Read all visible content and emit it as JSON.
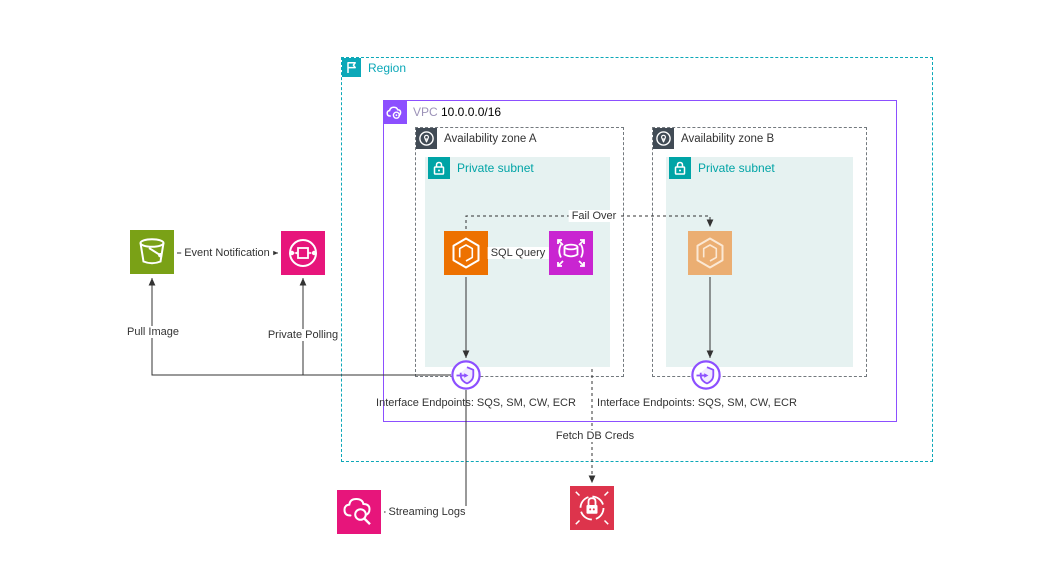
{
  "region": {
    "label": "Region"
  },
  "vpc": {
    "label": "VPC",
    "cidr": "10.0.0.0/16"
  },
  "availability_zone_a": {
    "label": "Availability zone A",
    "subnet_label": "Private subnet",
    "endpoint_caption": "Interface Endpoints: SQS, SM, CW, ECR"
  },
  "availability_zone_b": {
    "label": "Availability zone B",
    "subnet_label": "Private subnet",
    "endpoint_caption": "Interface Endpoints: SQS, SM, CW, ECR"
  },
  "edges": {
    "event_notification": "Event Notification",
    "pull_image": "Pull Image",
    "private_polling": "Private Polling",
    "sql_query": "SQL Query",
    "fail_over": "Fail Over",
    "streaming_logs": "Streaming Logs",
    "fetch_db_creds": "Fetch DB Creds"
  },
  "icons": {
    "region": "region-flag-icon",
    "vpc": "vpc-cloud-icon",
    "availability_zone": "location-pin-icon",
    "private_subnet": "subnet-lock-icon",
    "s3_bucket": "s3-bucket-icon",
    "sqs_queue": "sqs-queue-icon",
    "container_task": "container-icon",
    "aurora_database": "aurora-database-icon",
    "container_task_standby": "container-standby-icon",
    "vpc_endpoint": "vpc-endpoint-icon",
    "cloudwatch": "cloudwatch-icon",
    "secrets_manager": "secrets-manager-icon"
  },
  "colors": {
    "region_teal": "#0CA8B8",
    "vpc_purple": "#8C4FFF",
    "vpc_label": "#9C92B8",
    "az_border": "#73797E",
    "az_icon_slate": "#414B55",
    "subnet_teal": "#00A4A6",
    "subnet_fill": "#E6F2F1",
    "s3_green": "#7AA116",
    "integration_pink": "#E7157B",
    "container_orange": "#ED7100",
    "container_standby_orange": "#EBAE72",
    "database_magenta": "#C925D1",
    "endpoint_purple": "#8C4FFF",
    "security_red": "#DD344C",
    "line": "#333333",
    "text": "#333333"
  }
}
